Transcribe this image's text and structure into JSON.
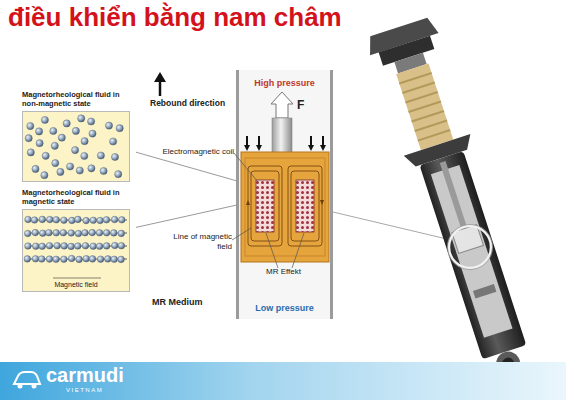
{
  "diagram": {
    "title": "điều khiển bằng nam châm",
    "nodes": [
      {
        "text": [
          "Magnetorheological fluid in non-magnetic state"
        ]
      },
      {
        "text": [
          "Magnetorheological fluid in magnetic state",
          "Magnetic field"
        ]
      },
      {
        "text": [
          "High pressure",
          "Low pressure"
        ]
      }
    ],
    "edges": [
      {
        "from": 0,
        "to": 2,
        "arrow": "none"
      },
      {
        "from": 1,
        "to": 2,
        "arrow": "none"
      }
    ],
    "labels": [
      "Rebound direction",
      "F",
      "Electromagnetic coil",
      "Line of magnetic field",
      "MR Effekt",
      "MR Medium",
      "carmudi",
      "VIETNAM"
    ]
  }
}
